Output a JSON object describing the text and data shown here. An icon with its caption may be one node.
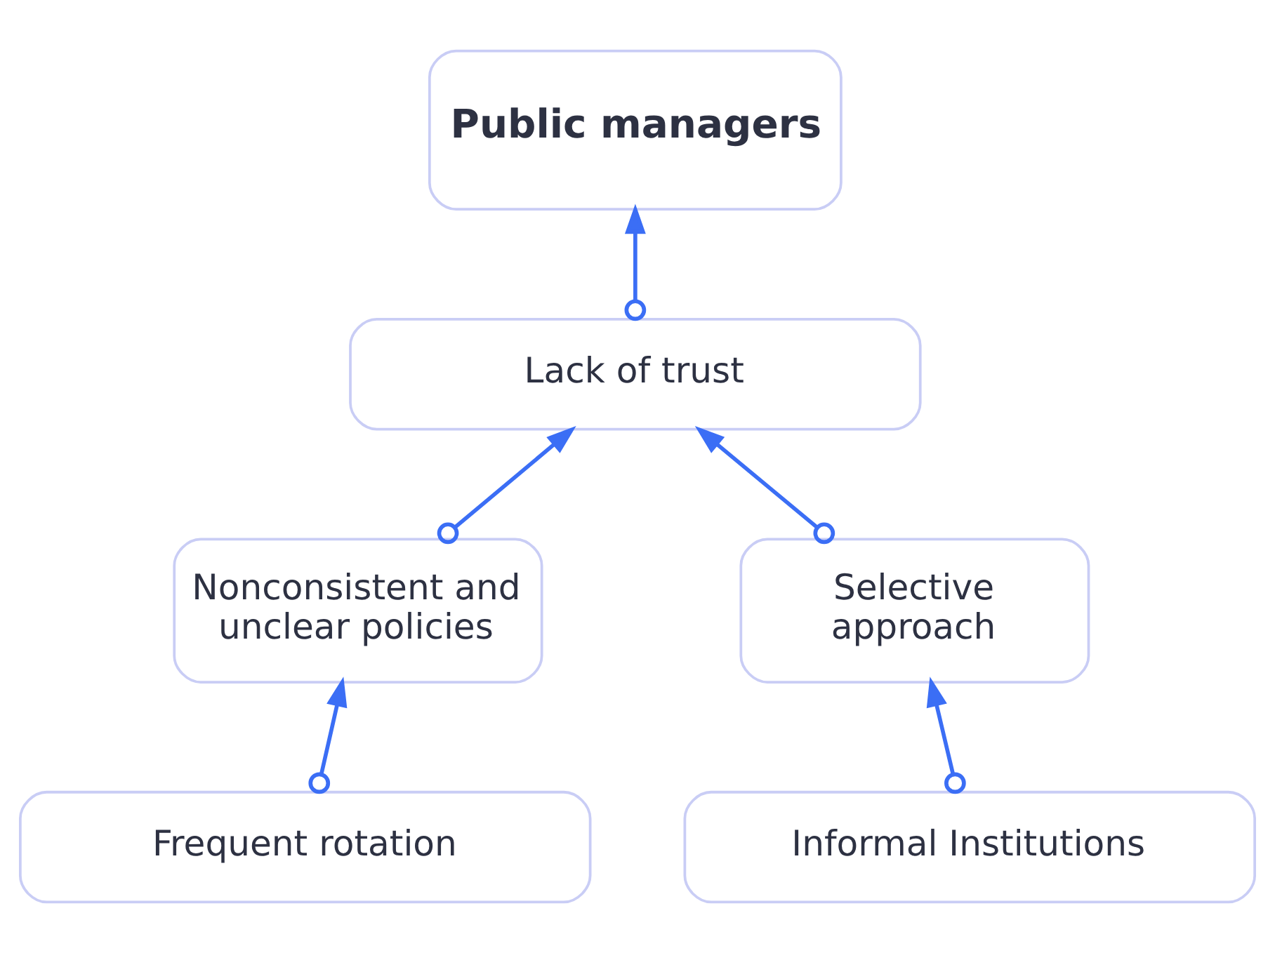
{
  "diagram": {
    "nodes": [
      {
        "text": [
          "Public managers"
        ]
      },
      {
        "text": [
          "Lack of trust"
        ]
      },
      {
        "text": [
          "Nonconsistent and unclear policies"
        ]
      },
      {
        "text": [
          "Selective approach"
        ]
      },
      {
        "text": [
          "Frequent rotation"
        ]
      },
      {
        "text": [
          "Informal Institutions"
        ]
      }
    ],
    "edges": [
      {
        "from": 1,
        "to": 0,
        "arrow": "to"
      },
      {
        "from": 2,
        "to": 1,
        "arrow": "to"
      },
      {
        "from": 3,
        "to": 1,
        "arrow": "to"
      },
      {
        "from": 4,
        "to": 2,
        "arrow": "to"
      },
      {
        "from": 5,
        "to": 3,
        "arrow": "to"
      }
    ]
  }
}
